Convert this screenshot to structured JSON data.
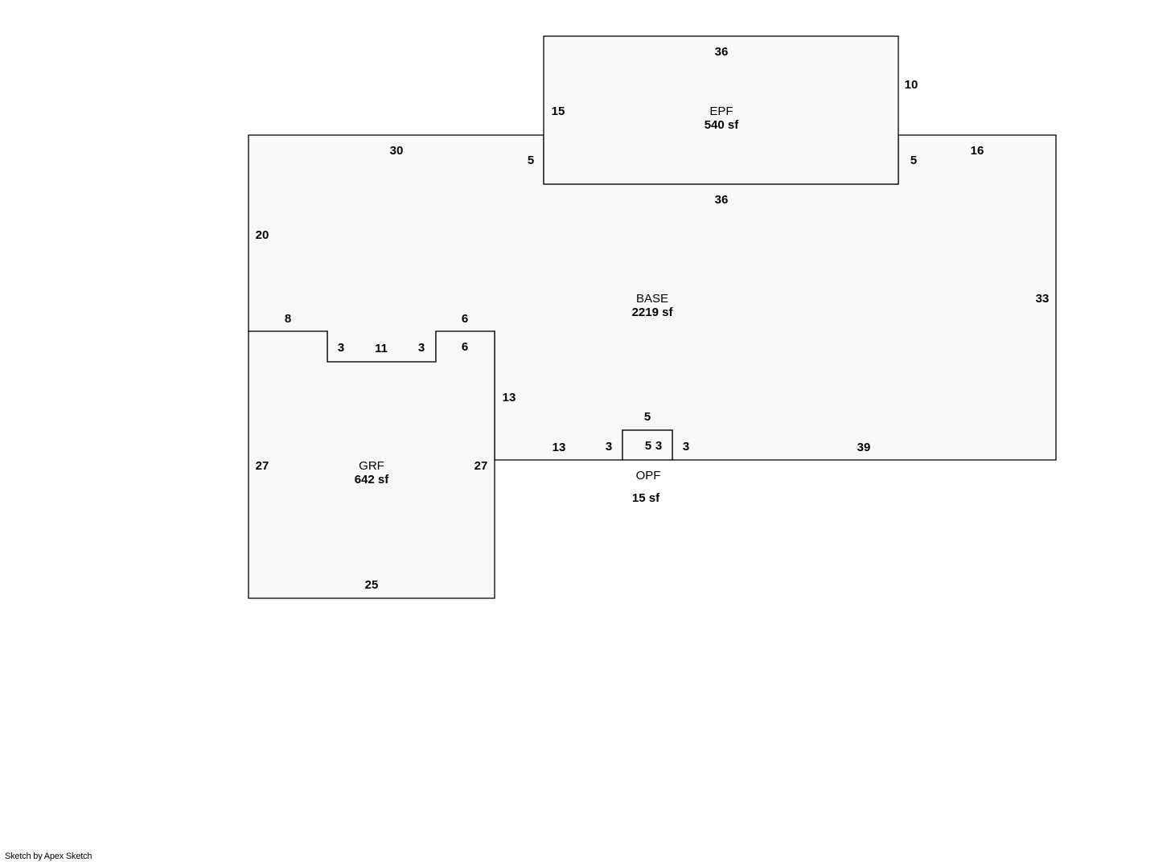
{
  "areas": {
    "base": {
      "name": "BASE",
      "size": "2219 sf"
    },
    "epf": {
      "name": "EPF",
      "size": "540 sf"
    },
    "grf": {
      "name": "GRF",
      "size": "642 sf"
    },
    "opf": {
      "name": "OPF",
      "size": "15 sf"
    }
  },
  "dimensions": {
    "epf_top": "36",
    "epf_right": "10",
    "epf_left": "15",
    "epf_bottom": "36",
    "base_top_left": "30",
    "base_step_left": "5",
    "base_step_right": "5",
    "base_top_right": "16",
    "base_left": "20",
    "base_right": "33",
    "base_bottom_right": "39",
    "base_bottom_left": "13",
    "base_inner_right": "13",
    "grf_top_left": "8",
    "grf_notch_left": "3",
    "grf_notch_bottom": "11",
    "grf_notch_right": "3",
    "grf_top_right_outer": "6",
    "grf_top_right_inner": "6",
    "grf_left": "27",
    "grf_right": "27",
    "grf_bottom": "25",
    "opf_top": "5",
    "opf_left": "3",
    "opf_inner_bottom": "5",
    "opf_inner_right": "3",
    "opf_right": "3"
  },
  "footer": {
    "credit": "Sketch by Apex Sketch"
  }
}
